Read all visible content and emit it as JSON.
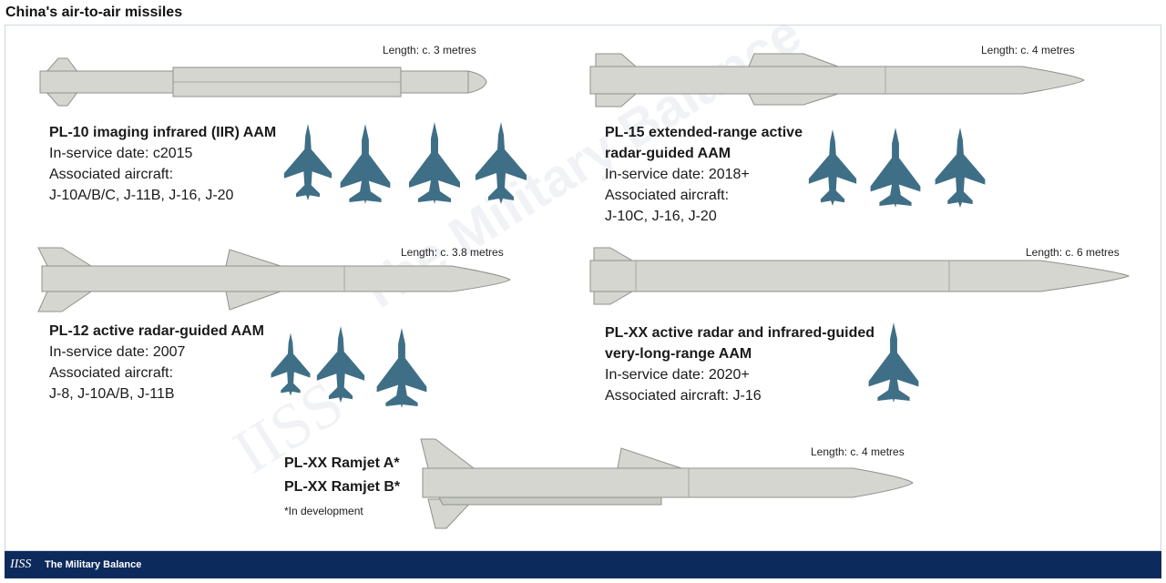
{
  "title": "China's air-to-air missiles",
  "missiles": [
    {
      "id": "pl10",
      "length": "Length: c. 3 metres",
      "lines": [
        "In-service date: c2015",
        "Associated aircraft:",
        "J-10A/B/C, J-11B, J-16, J-20"
      ],
      "name_lines": [
        "PL-10 imaging infrared (IIR) AAM"
      ]
    },
    {
      "id": "pl15",
      "length": "Length: c. 4 metres",
      "lines": [
        "In-service date: 2018+",
        "Associated aircraft:",
        "J-10C, J-16, J-20"
      ],
      "name_lines": [
        "PL-15 extended-range active",
        "radar-guided AAM"
      ]
    },
    {
      "id": "pl12",
      "length": "Length: c. 3.8 metres",
      "lines": [
        "In-service date: 2007",
        "Associated aircraft:",
        "J-8, J-10A/B, J-11B"
      ],
      "name_lines": [
        "PL-12 active radar-guided AAM"
      ]
    },
    {
      "id": "plxx",
      "length": "Length: c. 6 metres",
      "lines": [
        "In-service date: 2020+",
        "Associated aircraft: J-16"
      ],
      "name_lines": [
        "PL-XX active radar and infrared-guided",
        "very-long-range AAM"
      ]
    },
    {
      "id": "ramjet",
      "length": "Length: c. 4 metres",
      "lines": [
        "*In development"
      ],
      "name_lines": [
        "PL-XX Ramjet A*",
        "PL-XX Ramjet B*"
      ]
    }
  ],
  "watermark": "The Military Balance",
  "watermark_logo": "IISS",
  "footer": {
    "logo": "IISS",
    "publication": "The Military Balance"
  },
  "colors": {
    "missile": "#d5d6d0",
    "missile_stroke": "#8f918b",
    "aircraft": "#3f6f86",
    "footer": "#0d2a5c"
  },
  "icons": [
    "fighter-aircraft-icon"
  ]
}
